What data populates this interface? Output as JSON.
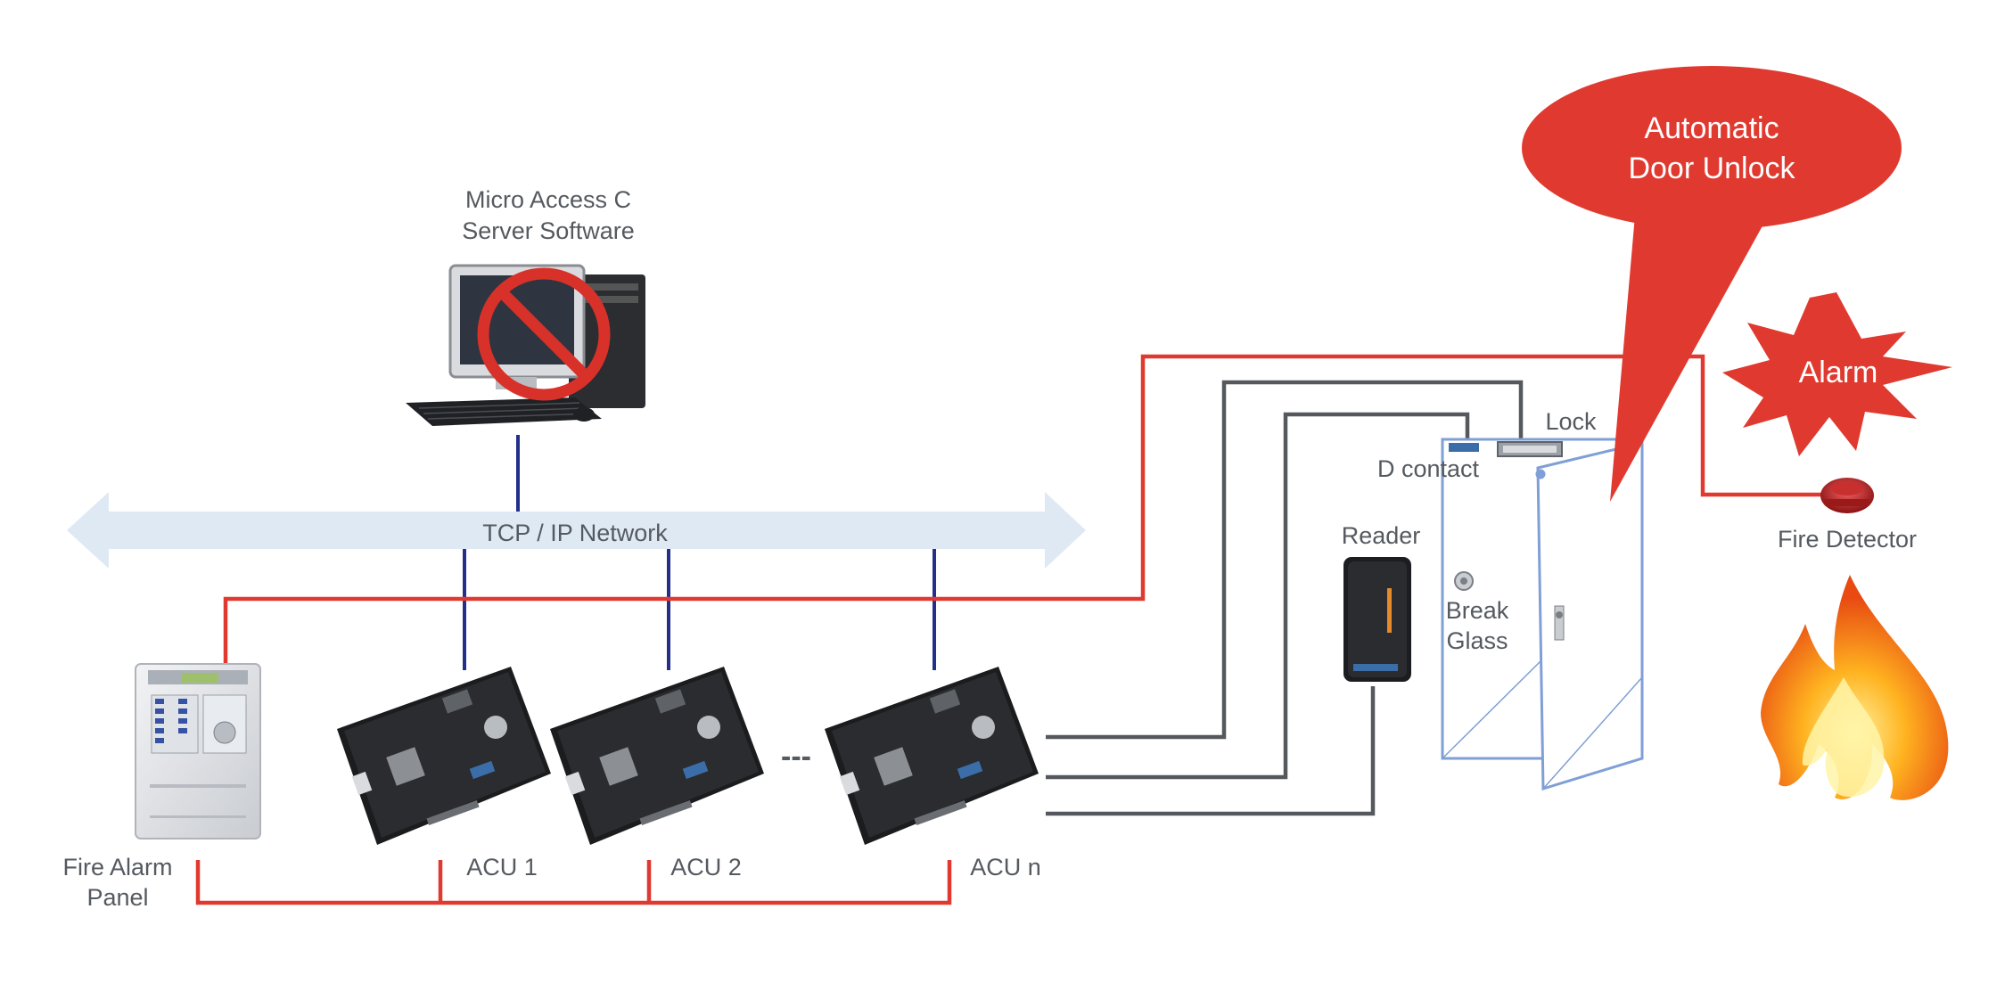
{
  "labels": {
    "server_line1": "Micro Access C",
    "server_line2": "Server Software",
    "network": "TCP / IP Network",
    "fire_panel_line1": "Fire Alarm",
    "fire_panel_line2": "Panel",
    "acu1": "ACU 1",
    "acu2": "ACU 2",
    "acun": "ACU n",
    "ellipsis": "---",
    "reader": "Reader",
    "d_contact": "D contact",
    "lock": "Lock",
    "break_glass_line1": "Break",
    "break_glass_line2": "Glass",
    "fire_detector": "Fire Detector",
    "alarm": "Alarm",
    "unlock_line1": "Automatic",
    "unlock_line2": "Door Unlock"
  },
  "icons": {
    "computer": "computer-icon",
    "prohibited": "prohibited-icon",
    "fire_alarm_panel": "fire-alarm-panel-icon",
    "acu_board": "access-control-unit-board-icon",
    "reader": "card-reader-icon",
    "door": "door-icon",
    "fire_detector": "fire-detector-icon",
    "flame": "flame-icon"
  },
  "colors": {
    "fire_wiring": "#e03a30",
    "network_wiring": "#23308a",
    "device_wiring": "#55585c",
    "network_band": "#dfe9f4",
    "callout": "#e03a30",
    "door_frame": "#7f9fd6"
  }
}
